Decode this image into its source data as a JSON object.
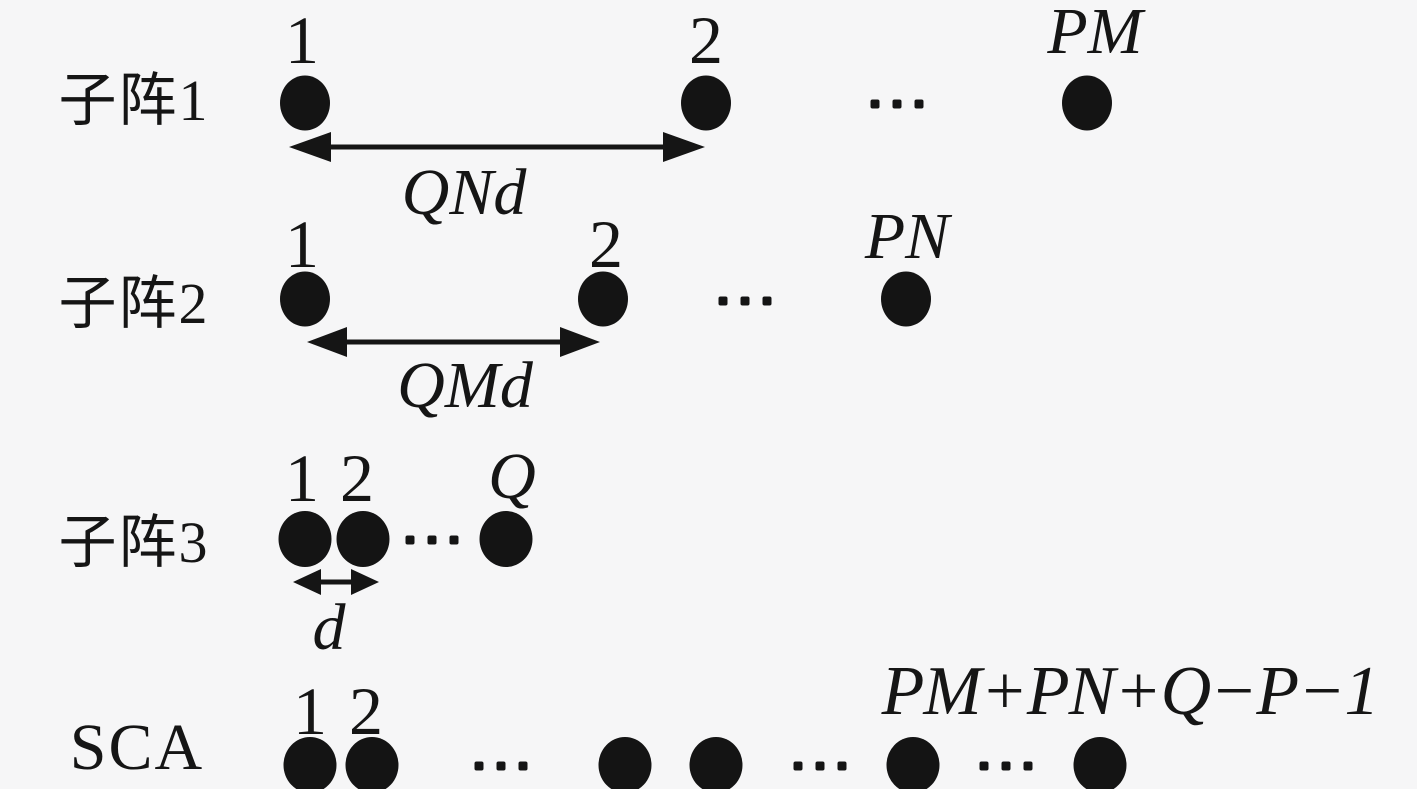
{
  "figure": {
    "background_color": "#f6f6f7",
    "ink_color": "#151515",
    "rows": [
      {
        "label": "子阵1",
        "sensors": {
          "first": "1",
          "second": "2",
          "last": "PM"
        },
        "spacing_label": "QNd"
      },
      {
        "label": "子阵2",
        "sensors": {
          "first": "1",
          "second": "2",
          "last": "PN"
        },
        "spacing_label": "QMd"
      },
      {
        "label": "子阵3",
        "sensors": {
          "first": "1",
          "second": "2",
          "last": "Q"
        },
        "spacing_label": "d"
      },
      {
        "label": "SCA",
        "sensors": {
          "first": "1",
          "second": "2",
          "last": "PM+PN+Q−P−1"
        }
      }
    ],
    "icons": {
      "sensor_dot": "filled-black-ellipse",
      "ellipsis": "horizontal-cdots",
      "spacing_arrow": "double-headed-arrow"
    }
  }
}
